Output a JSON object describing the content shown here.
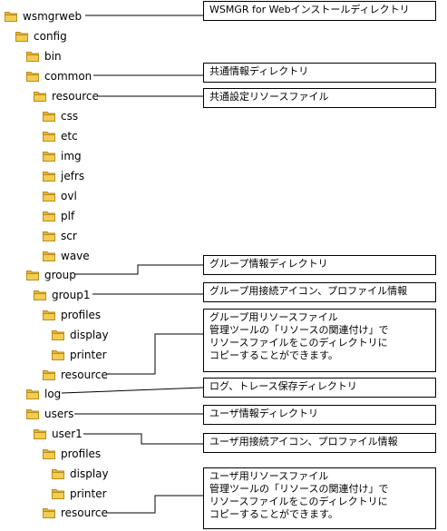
{
  "tree": [
    {
      "id": "wsmgrweb",
      "label": "wsmgrweb"
    },
    {
      "id": "config",
      "label": "config"
    },
    {
      "id": "bin",
      "label": "bin"
    },
    {
      "id": "common",
      "label": "common"
    },
    {
      "id": "common-resource",
      "label": "resource"
    },
    {
      "id": "css",
      "label": "css"
    },
    {
      "id": "etc",
      "label": "etc"
    },
    {
      "id": "img",
      "label": "img"
    },
    {
      "id": "jefrs",
      "label": "jefrs"
    },
    {
      "id": "ovl",
      "label": "ovl"
    },
    {
      "id": "plf",
      "label": "plf"
    },
    {
      "id": "scr",
      "label": "scr"
    },
    {
      "id": "wave",
      "label": "wave"
    },
    {
      "id": "group",
      "label": "group"
    },
    {
      "id": "group1",
      "label": "group1"
    },
    {
      "id": "group1-profiles",
      "label": "profiles"
    },
    {
      "id": "group1-display",
      "label": "display"
    },
    {
      "id": "group1-printer",
      "label": "printer"
    },
    {
      "id": "group1-resource",
      "label": "resource"
    },
    {
      "id": "log",
      "label": "log"
    },
    {
      "id": "users",
      "label": "users"
    },
    {
      "id": "user1",
      "label": "user1"
    },
    {
      "id": "user1-profiles",
      "label": "profiles"
    },
    {
      "id": "user1-display",
      "label": "display"
    },
    {
      "id": "user1-printer",
      "label": "printer"
    },
    {
      "id": "user1-resource",
      "label": "resource"
    }
  ],
  "notes": [
    {
      "id": "wsmgrweb",
      "text": "WSMGR for Webインストールディレクトリ"
    },
    {
      "id": "common",
      "text": "共通情報ディレクトリ"
    },
    {
      "id": "common-resource",
      "text": "共通設定リソースファイル"
    },
    {
      "id": "group",
      "text": "グループ情報ディレクトリ"
    },
    {
      "id": "group1",
      "text": "グループ用接続アイコン、プロファイル情報"
    },
    {
      "id": "group1-resource",
      "text": "グループ用リソースファイル\n管理ツールの「リソースの関連付け」で\nリソースファイルをこのディレクトリに\nコピーすることができます。"
    },
    {
      "id": "log",
      "text": "ログ、トレース保存ディレクトリ"
    },
    {
      "id": "users",
      "text": "ユーザ情報ディレクトリ"
    },
    {
      "id": "user1",
      "text": "ユーザ用接続アイコン、プロファイル情報"
    },
    {
      "id": "user1-resource",
      "text": "ユーザ用リソースファイル\n管理ツールの「リソースの関連付け」で\nリソースファイルをこのディレクトリに\nコピーすることができます。"
    }
  ],
  "colors": {
    "folder_body": "#f3cc52",
    "folder_tab": "#e5b436",
    "folder_edge": "#b98d1c",
    "border": "#000000"
  }
}
